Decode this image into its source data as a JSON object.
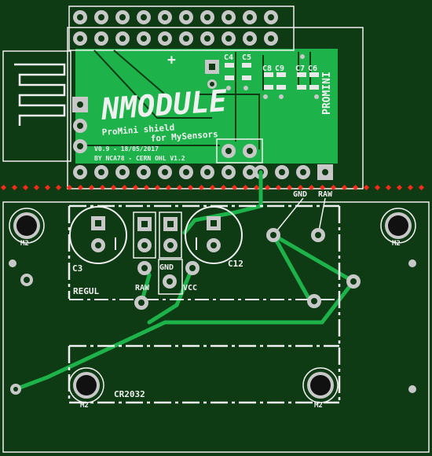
{
  "board": {
    "logo": "NMODULE",
    "subtitle_line1": "ProMini shield",
    "subtitle_line2": "for MySensors",
    "version": "V0.9 - 18/05/2017",
    "credits": "BY NCA78 - CERN OHL V1.2",
    "promini": "PROMINI",
    "plus": "+"
  },
  "caps": {
    "c4": "C4",
    "c5": "C5",
    "c8": "C8",
    "c9": "C9",
    "c7": "C7",
    "c6": "C6",
    "c3": "C3",
    "c12": "C12"
  },
  "pins": {
    "gnd_top": "GND",
    "raw_top": "RAW",
    "gnd": "GND",
    "raw": "RAW",
    "vcc": "VCC"
  },
  "sections": {
    "regul": "REGUL",
    "battery": "CR2032"
  },
  "mounts": {
    "m2": "M2"
  },
  "colors": {
    "board": "#0e3a14",
    "copper": "#1db34a",
    "silk": "#f0f0f0",
    "pad": "#c8c8c8",
    "cut_line": "#ff2a1a"
  }
}
